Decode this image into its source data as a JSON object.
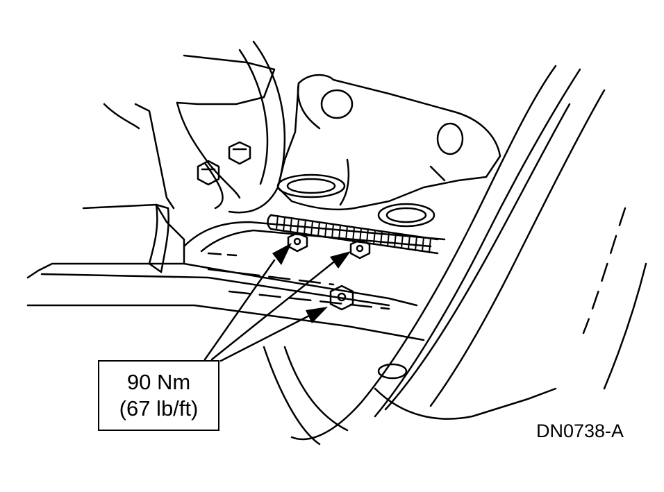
{
  "torque": {
    "metric": "90 Nm",
    "imperial": "(67 lb/ft)"
  },
  "figure_id": "DN0738-A",
  "colors": {
    "line": "#000000",
    "background": "#ffffff"
  }
}
